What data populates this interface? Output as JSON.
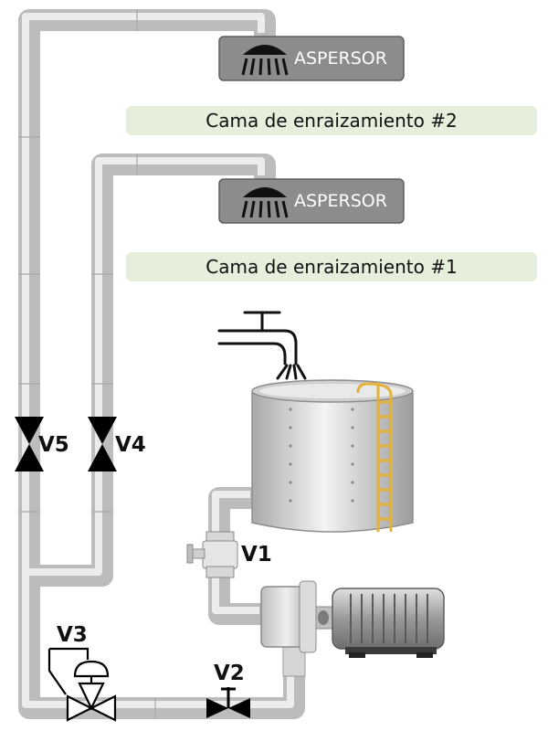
{
  "sprinklers": [
    {
      "label": "ASPERSOR"
    },
    {
      "label": "ASPERSOR"
    }
  ],
  "beds": [
    {
      "label": "Cama de enraizamiento #2"
    },
    {
      "label": "Cama de enraizamiento #1"
    }
  ],
  "valves": {
    "v1": "V1",
    "v2": "V2",
    "v3": "V3",
    "v4": "V4",
    "v5": "V5"
  },
  "colors": {
    "pipe": "#c9c9c9",
    "pipe_highlight": "#f2f2f2",
    "bed_background": "#e6efdc",
    "sprinkler_box": "#8c8c8c",
    "ladder": "#e2b23a",
    "valve": "#000000"
  },
  "icons": {
    "sprinkler": "sprinkler-icon",
    "faucet": "faucet-icon",
    "tank": "water-tank",
    "pump": "pump-motor"
  }
}
